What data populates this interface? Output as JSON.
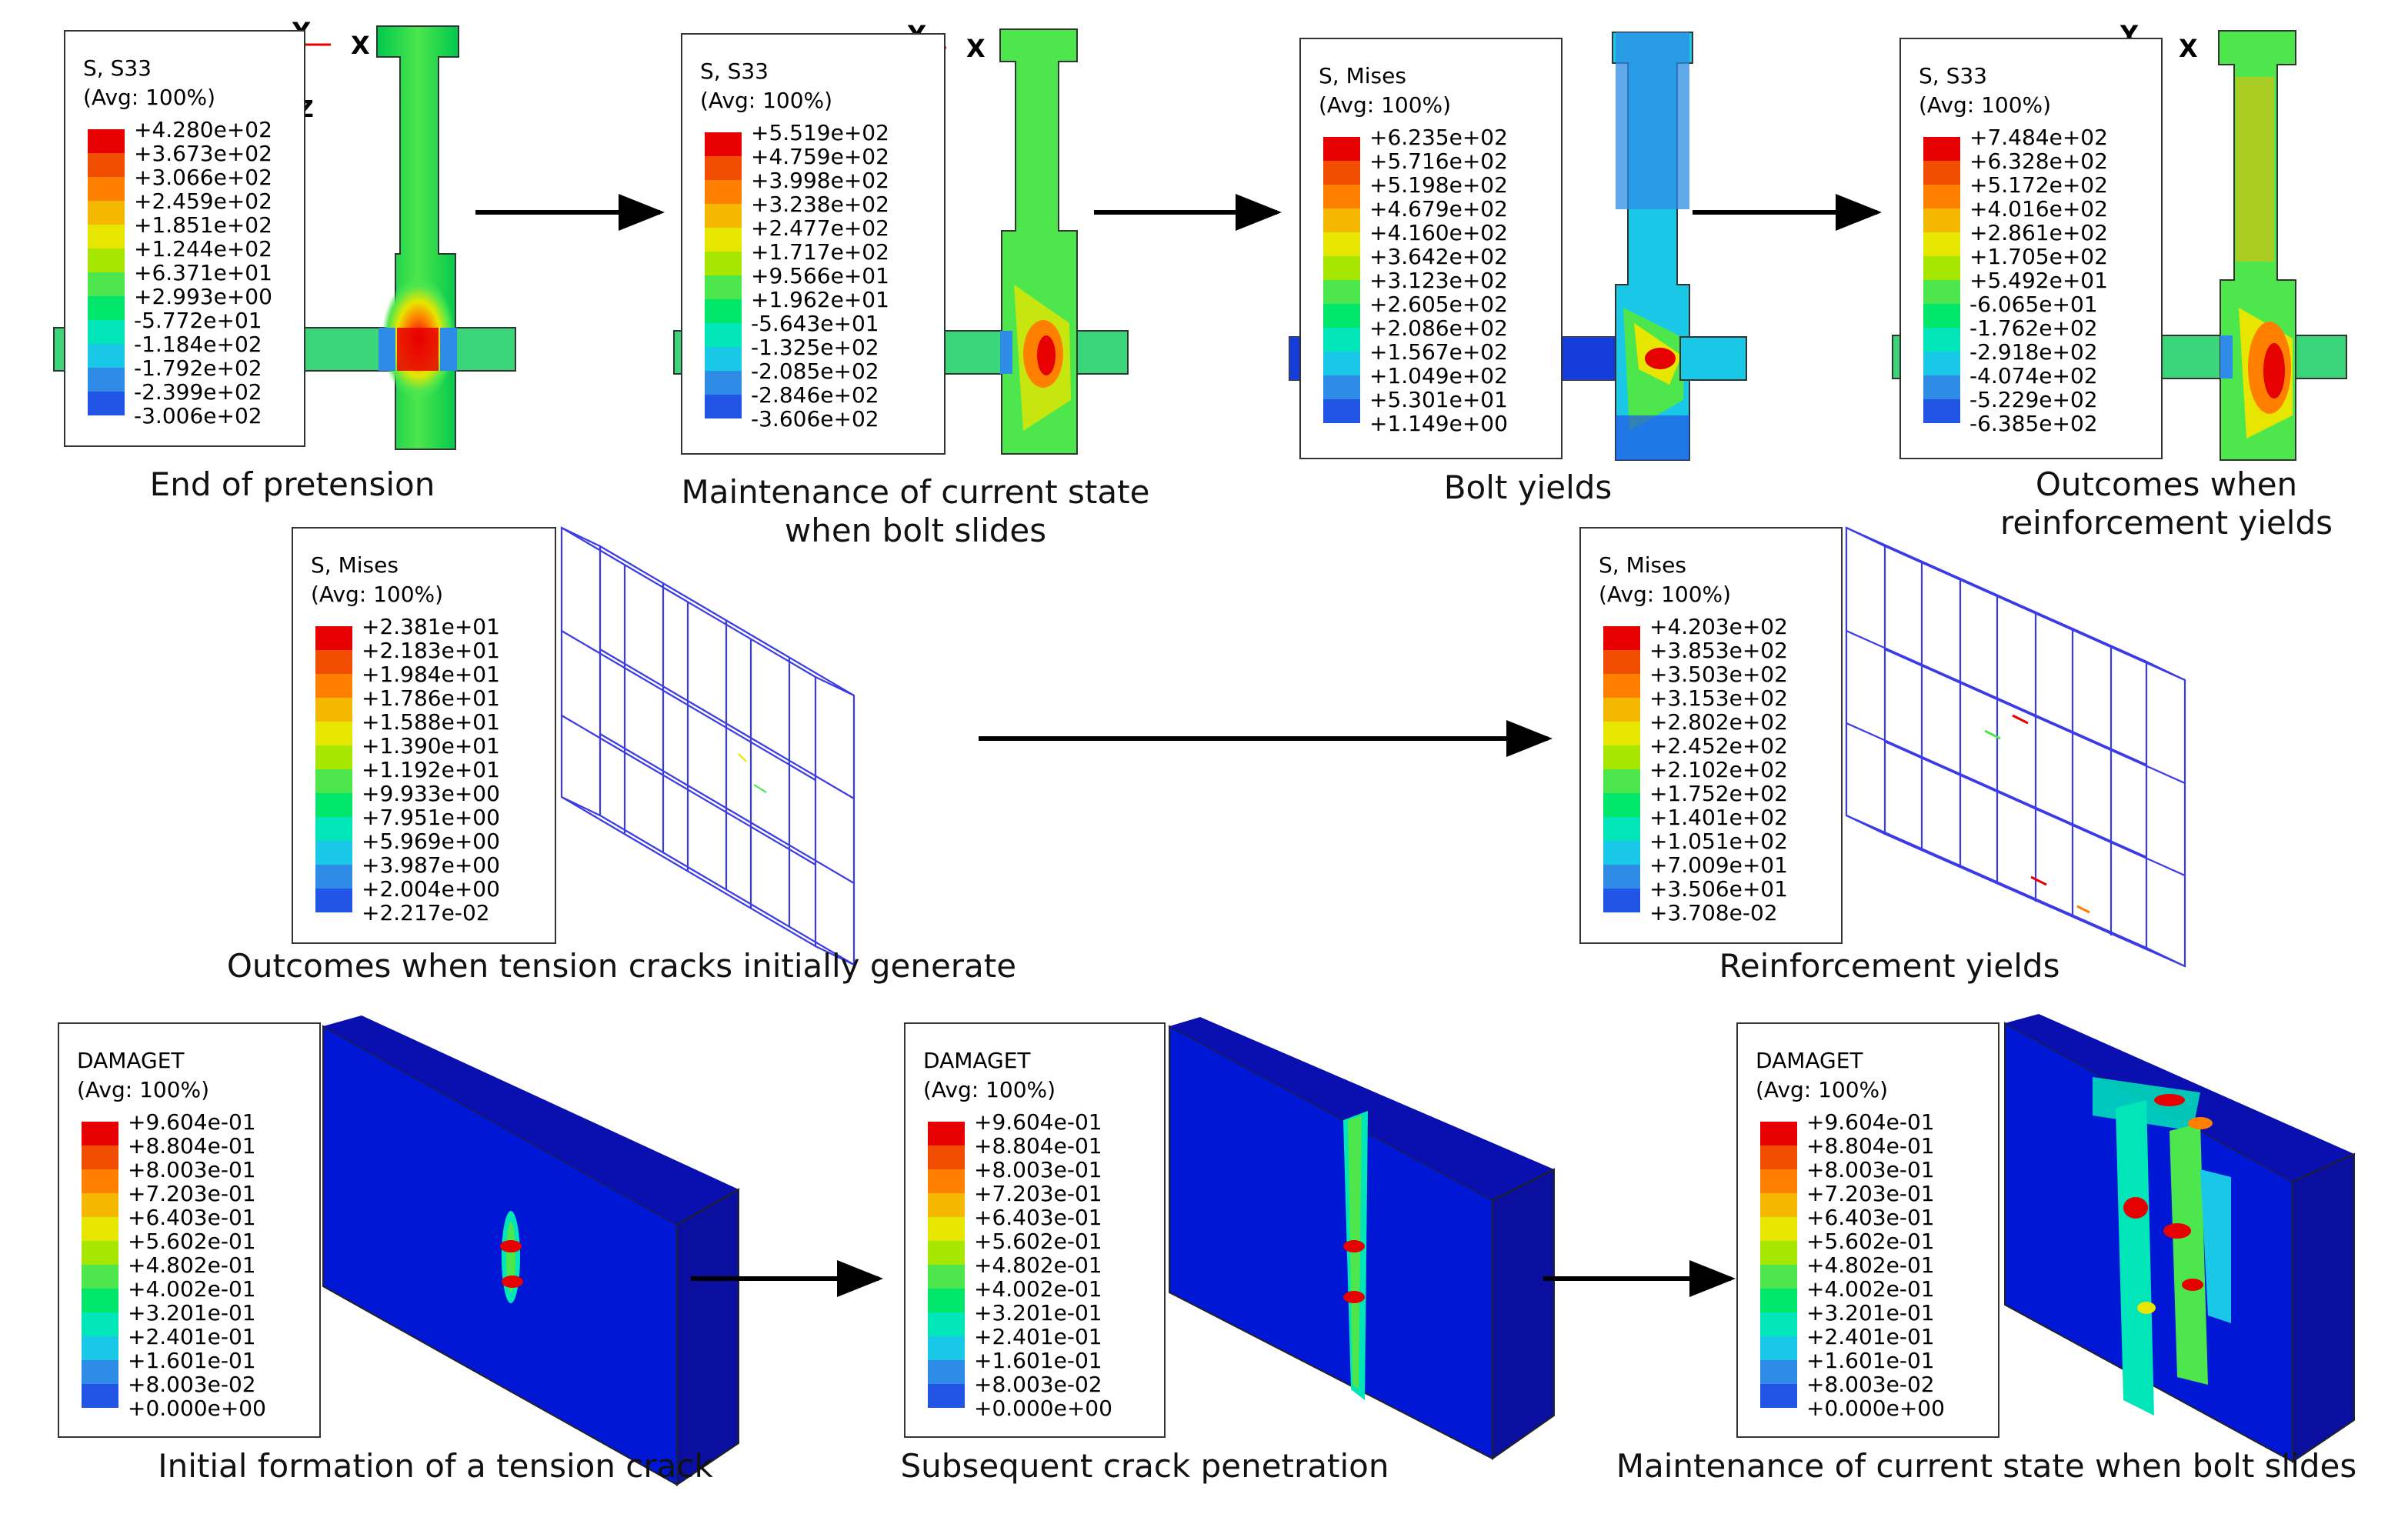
{
  "top_row": [
    {
      "title": "S, S33",
      "avg": "(Avg: 100%)",
      "caption": "End of pretension",
      "axes": true,
      "values": [
        "+4.280e+02",
        "+3.673e+02",
        "+3.066e+02",
        "+2.459e+02",
        "+1.851e+02",
        "+1.244e+02",
        "+6.371e+01",
        "+2.993e+00",
        "-5.772e+01",
        "-1.184e+02",
        "-1.792e+02",
        "-2.399e+02",
        "-3.006e+02"
      ]
    },
    {
      "title": "S, S33",
      "avg": "(Avg: 100%)",
      "caption": "Maintenance of current state when bolt slides",
      "axes": true,
      "values": [
        "+5.519e+02",
        "+4.759e+02",
        "+3.998e+02",
        "+3.238e+02",
        "+2.477e+02",
        "+1.717e+02",
        "+9.566e+01",
        "+1.962e+01",
        "-5.643e+01",
        "-1.325e+02",
        "-2.085e+02",
        "-2.846e+02",
        "-3.606e+02"
      ]
    },
    {
      "title": "S, Mises",
      "avg": "(Avg: 100%)",
      "caption": "Bolt yields",
      "axes": false,
      "values": [
        "+6.235e+02",
        "+5.716e+02",
        "+5.198e+02",
        "+4.679e+02",
        "+4.160e+02",
        "+3.642e+02",
        "+3.123e+02",
        "+2.605e+02",
        "+2.086e+02",
        "+1.567e+02",
        "+1.049e+02",
        "+5.301e+01",
        "+1.149e+00"
      ]
    },
    {
      "title": "S, S33",
      "avg": "(Avg: 100%)",
      "caption": "Outcomes when reinforcement yields",
      "axes": true,
      "values": [
        "+7.484e+02",
        "+6.328e+02",
        "+5.172e+02",
        "+4.016e+02",
        "+2.861e+02",
        "+1.705e+02",
        "+5.492e+01",
        "-6.065e+01",
        "-1.762e+02",
        "-2.918e+02",
        "-4.074e+02",
        "-5.229e+02",
        "-6.385e+02"
      ]
    }
  ],
  "mid_row": [
    {
      "title": "S, Mises",
      "avg": "(Avg: 100%)",
      "caption": "Outcomes when tension cracks initially generate",
      "values": [
        "+2.381e+01",
        "+2.183e+01",
        "+1.984e+01",
        "+1.786e+01",
        "+1.588e+01",
        "+1.390e+01",
        "+1.192e+01",
        "+9.933e+00",
        "+7.951e+00",
        "+5.969e+00",
        "+3.987e+00",
        "+2.004e+00",
        "+2.217e-02"
      ]
    },
    {
      "title": "S, Mises",
      "avg": "(Avg: 100%)",
      "caption": "Reinforcement yields",
      "values": [
        "+4.203e+02",
        "+3.853e+02",
        "+3.503e+02",
        "+3.153e+02",
        "+2.802e+02",
        "+2.452e+02",
        "+2.102e+02",
        "+1.752e+02",
        "+1.401e+02",
        "+1.051e+02",
        "+7.009e+01",
        "+3.506e+01",
        "+3.708e-02"
      ]
    }
  ],
  "bottom_row": [
    {
      "title": "DAMAGET",
      "avg": "(Avg: 100%)",
      "caption": "Initial formation of a tension crack",
      "values": [
        "+9.604e-01",
        "+8.804e-01",
        "+8.003e-01",
        "+7.203e-01",
        "+6.403e-01",
        "+5.602e-01",
        "+4.802e-01",
        "+4.002e-01",
        "+3.201e-01",
        "+2.401e-01",
        "+1.601e-01",
        "+8.003e-02",
        "+0.000e+00"
      ]
    },
    {
      "title": "DAMAGET",
      "avg": "(Avg: 100%)",
      "caption": "Subsequent crack penetration",
      "values": [
        "+9.604e-01",
        "+8.804e-01",
        "+8.003e-01",
        "+7.203e-01",
        "+6.403e-01",
        "+5.602e-01",
        "+4.802e-01",
        "+4.002e-01",
        "+3.201e-01",
        "+2.401e-01",
        "+1.601e-01",
        "+8.003e-02",
        "+0.000e+00"
      ]
    },
    {
      "title": "DAMAGET",
      "avg": "(Avg: 100%)",
      "caption": "Maintenance of current state when bolt slides",
      "values": [
        "+9.604e-01",
        "+8.804e-01",
        "+8.003e-01",
        "+7.203e-01",
        "+6.403e-01",
        "+5.602e-01",
        "+4.802e-01",
        "+4.002e-01",
        "+3.201e-01",
        "+2.401e-01",
        "+1.601e-01",
        "+8.003e-02",
        "+0.000e+00"
      ]
    }
  ],
  "axis_labels": {
    "y": "Y",
    "x": "X",
    "z": "Z"
  },
  "colormap": [
    "#e60000",
    "#f04d00",
    "#ff8000",
    "#f5b800",
    "#e6e600",
    "#a6e600",
    "#4de64d",
    "#00e66b",
    "#00e6b8",
    "#19c8e6",
    "#2e8ce6",
    "#2255e6",
    "#0000e6"
  ]
}
